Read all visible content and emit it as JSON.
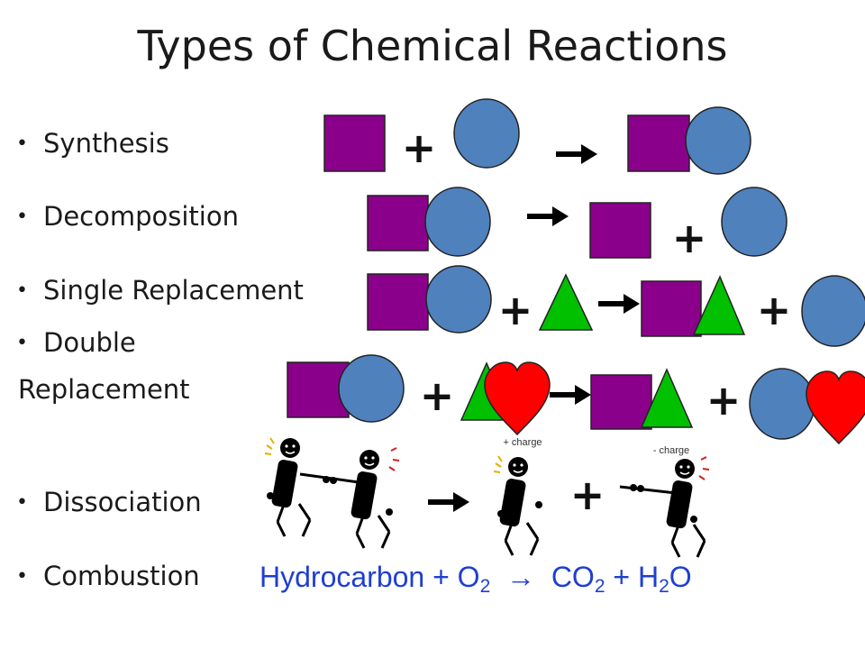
{
  "title": "Types of Chemical Reactions",
  "bullets": {
    "synthesis": "Synthesis",
    "decomposition": "Decomposition",
    "single": "Single Replacement",
    "double_line1": "Double",
    "double_line2": "Replacement",
    "dissociation": "Dissociation",
    "combustion": "Combustion"
  },
  "symbols": {
    "bullet": "•",
    "plus": "+"
  },
  "charges": {
    "positive": "+ charge",
    "negative": "- charge"
  },
  "combustion_equation": {
    "reactant": "Hydrocarbon + O",
    "reactant_sub": "2",
    "arrow": "→",
    "product1": "CO",
    "product1_sub": "2",
    "middle": "+ H",
    "product2_sub": "2",
    "product2_end": "O"
  },
  "colors": {
    "square": "#8B008B",
    "circle": "#4F81BD",
    "triangle": "#00C000",
    "heart": "#FF0000",
    "equation": "#1F3FD1"
  }
}
